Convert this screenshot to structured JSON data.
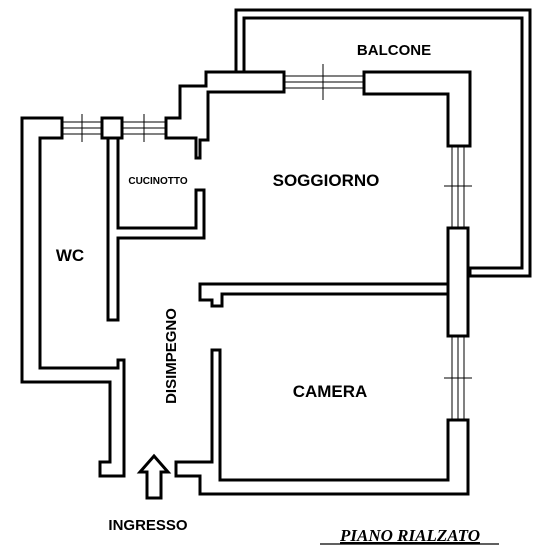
{
  "plan_title": "PIANO RIALZATO",
  "rooms": {
    "balcone": "BALCONE",
    "soggiorno": "SOGGIORNO",
    "cucinotto": "CUCINOTTO",
    "wc": "WC",
    "disimpegno": "DISIMPEGNO",
    "camera": "CAMERA"
  },
  "entrance_label": "INGRESSO",
  "icons": {
    "entrance_arrow": "arrow-up-icon"
  }
}
